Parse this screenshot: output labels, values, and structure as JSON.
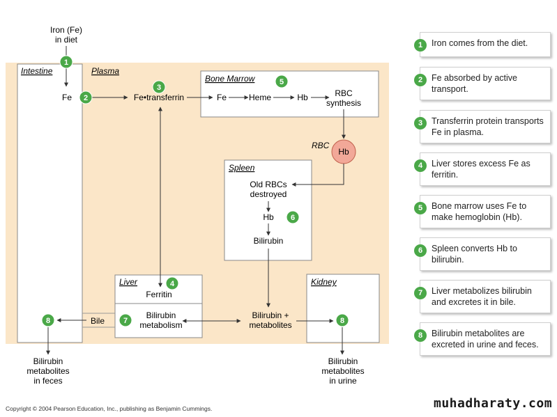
{
  "diagram": {
    "iron_in_diet": [
      "Iron (Fe)",
      "in diet"
    ],
    "compartments": {
      "intestine": "Intestine",
      "plasma": "Plasma",
      "bone_marrow": "Bone Marrow",
      "spleen": "Spleen",
      "liver": "Liver",
      "kidney": "Kidney"
    },
    "nodes": {
      "fe": "Fe",
      "fe_transferrin": "Fe•transferrin",
      "bm_fe": "Fe",
      "heme": "Heme",
      "bm_hb": "Hb",
      "rbc_synthesis": [
        "RBC",
        "synthesis"
      ],
      "rbc_label": "RBC",
      "rbc_hb": "Hb",
      "old_rbcs": [
        "Old RBCs",
        "destroyed"
      ],
      "spleen_hb": "Hb",
      "spleen_bilirubin": "Bilirubin",
      "ferritin": "Ferritin",
      "bilirubin_metabolism": [
        "Bilirubin",
        "metabolism"
      ],
      "bile": "Bile",
      "bilirubin_metabolites": [
        "Bilirubin +",
        "metabolites"
      ],
      "feces_output": [
        "Bilirubin",
        "metabolites",
        "in feces"
      ],
      "urine_output": [
        "Bilirubin",
        "metabolites",
        "in urine"
      ]
    },
    "step_numbers": [
      "1",
      "2",
      "3",
      "4",
      "5",
      "6",
      "7",
      "8",
      "8"
    ]
  },
  "legend": [
    {
      "num": "1",
      "text": "Iron comes from the diet."
    },
    {
      "num": "2",
      "text": "Fe absorbed by active transport."
    },
    {
      "num": "3",
      "text": "Transferrin protein transports Fe in plasma."
    },
    {
      "num": "4",
      "text": "Liver stores excess Fe as ferritin."
    },
    {
      "num": "5",
      "text": "Bone marrow uses Fe to make hemoglobin (Hb)."
    },
    {
      "num": "6",
      "text": "Spleen converts Hb to bilirubin."
    },
    {
      "num": "7",
      "text": "Liver metabolizes bilirubin and excretes it in bile."
    },
    {
      "num": "8",
      "text": "Bilirubin metabolites are excreted in urine and feces."
    }
  ],
  "footer": {
    "copyright": "Copyright © 2004 Pearson Education, Inc., publishing as Benjamin Cummings.",
    "watermark": "muhadharaty.com"
  },
  "colors": {
    "plasma_bg": "#fbe6c8",
    "step_green": "#4aa848",
    "rbc_fill": "#f2a898",
    "rbc_stroke": "#c0604c"
  }
}
